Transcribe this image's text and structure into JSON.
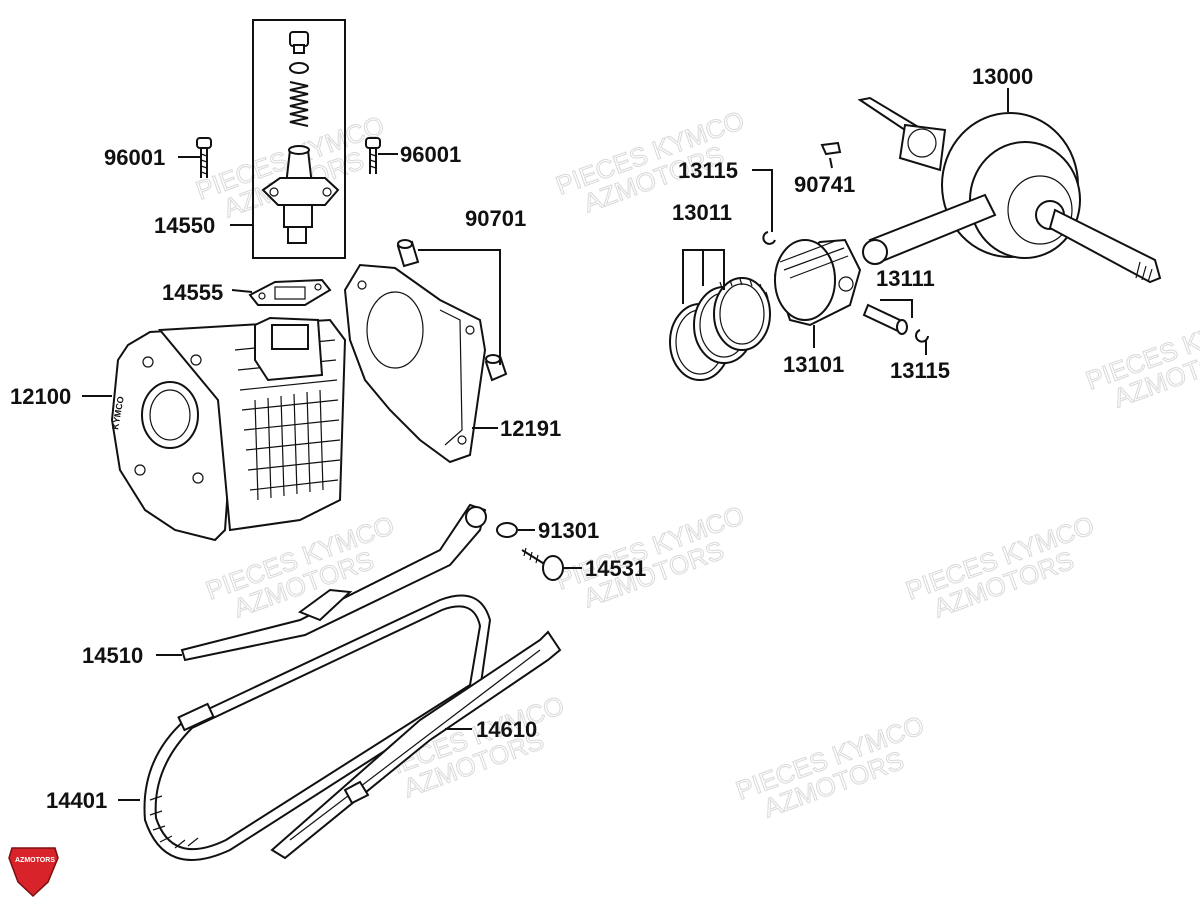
{
  "watermark": {
    "line1": "PIECES KYMCO",
    "line2": "AZMOTORS"
  },
  "logo": {
    "text": "AZMOTORS",
    "color": "#d8232a"
  },
  "parts": [
    {
      "id": "96001",
      "label": "96001"
    },
    {
      "id": "96001b",
      "label": "96001"
    },
    {
      "id": "14550",
      "label": "14550"
    },
    {
      "id": "14555",
      "label": "14555"
    },
    {
      "id": "12100",
      "label": "12100"
    },
    {
      "id": "90701",
      "label": "90701"
    },
    {
      "id": "12191",
      "label": "12191"
    },
    {
      "id": "13115a",
      "label": "13115"
    },
    {
      "id": "90741",
      "label": "90741"
    },
    {
      "id": "13000",
      "label": "13000"
    },
    {
      "id": "13011",
      "label": "13011"
    },
    {
      "id": "13111",
      "label": "13111"
    },
    {
      "id": "13101",
      "label": "13101"
    },
    {
      "id": "13115b",
      "label": "13115"
    },
    {
      "id": "91301",
      "label": "91301"
    },
    {
      "id": "14531",
      "label": "14531"
    },
    {
      "id": "14510",
      "label": "14510"
    },
    {
      "id": "14610",
      "label": "14610"
    },
    {
      "id": "14401",
      "label": "14401"
    }
  ],
  "cylinder_marking": "KYMCO"
}
